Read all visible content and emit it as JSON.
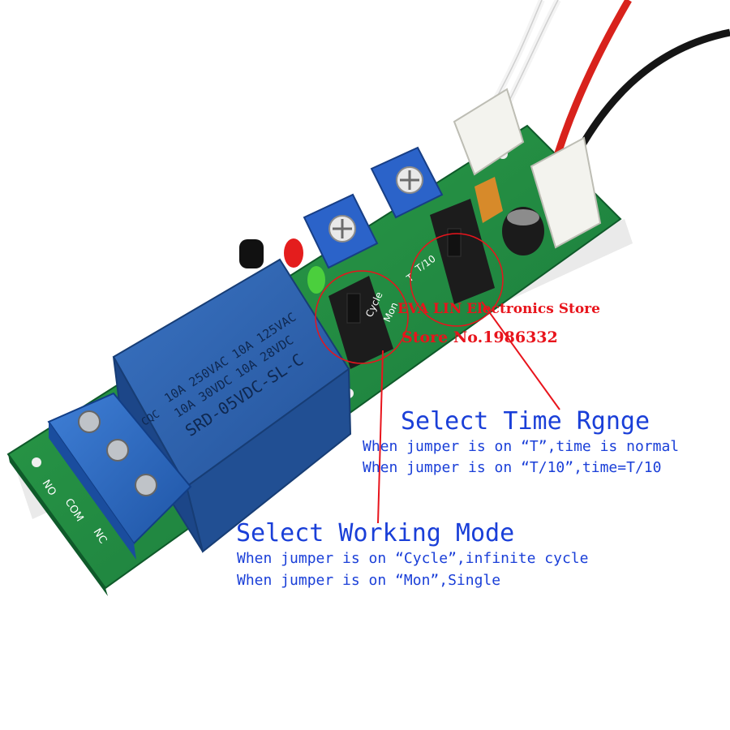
{
  "watermark": {
    "store_name": "EVA LIN Electronics Store",
    "store_no": "Store No.1986332"
  },
  "annotations": {
    "time_range": {
      "title": "Select Time Rgnge",
      "line1": "When jumper is on “T”,time is normal",
      "line2": "When jumper is on “T/10”,time=T/10"
    },
    "working_mode": {
      "title": "Select Working Mode",
      "line1": "When jumper is on “Cycle”,infinite cycle",
      "line2": "When jumper is on “Mon”,Single"
    }
  },
  "board": {
    "relay_text_1": "10A 250VAC  10A 125VAC",
    "relay_text_2": "10A 30VDC  10A 28VDC",
    "relay_model": "SRD-05VDC-SL-C",
    "relay_brand": "CQC",
    "terminal_labels": [
      "NO",
      "COM",
      "NC"
    ],
    "jumper_labels": [
      "T",
      "T/10",
      "Cycle",
      "Mon"
    ],
    "wire_colors": {
      "red": "#d8221c",
      "black": "#151515",
      "white": "#f4f4f4"
    },
    "pcb_color": "#1f8a3c",
    "relay_color": "#2c5fa8"
  }
}
